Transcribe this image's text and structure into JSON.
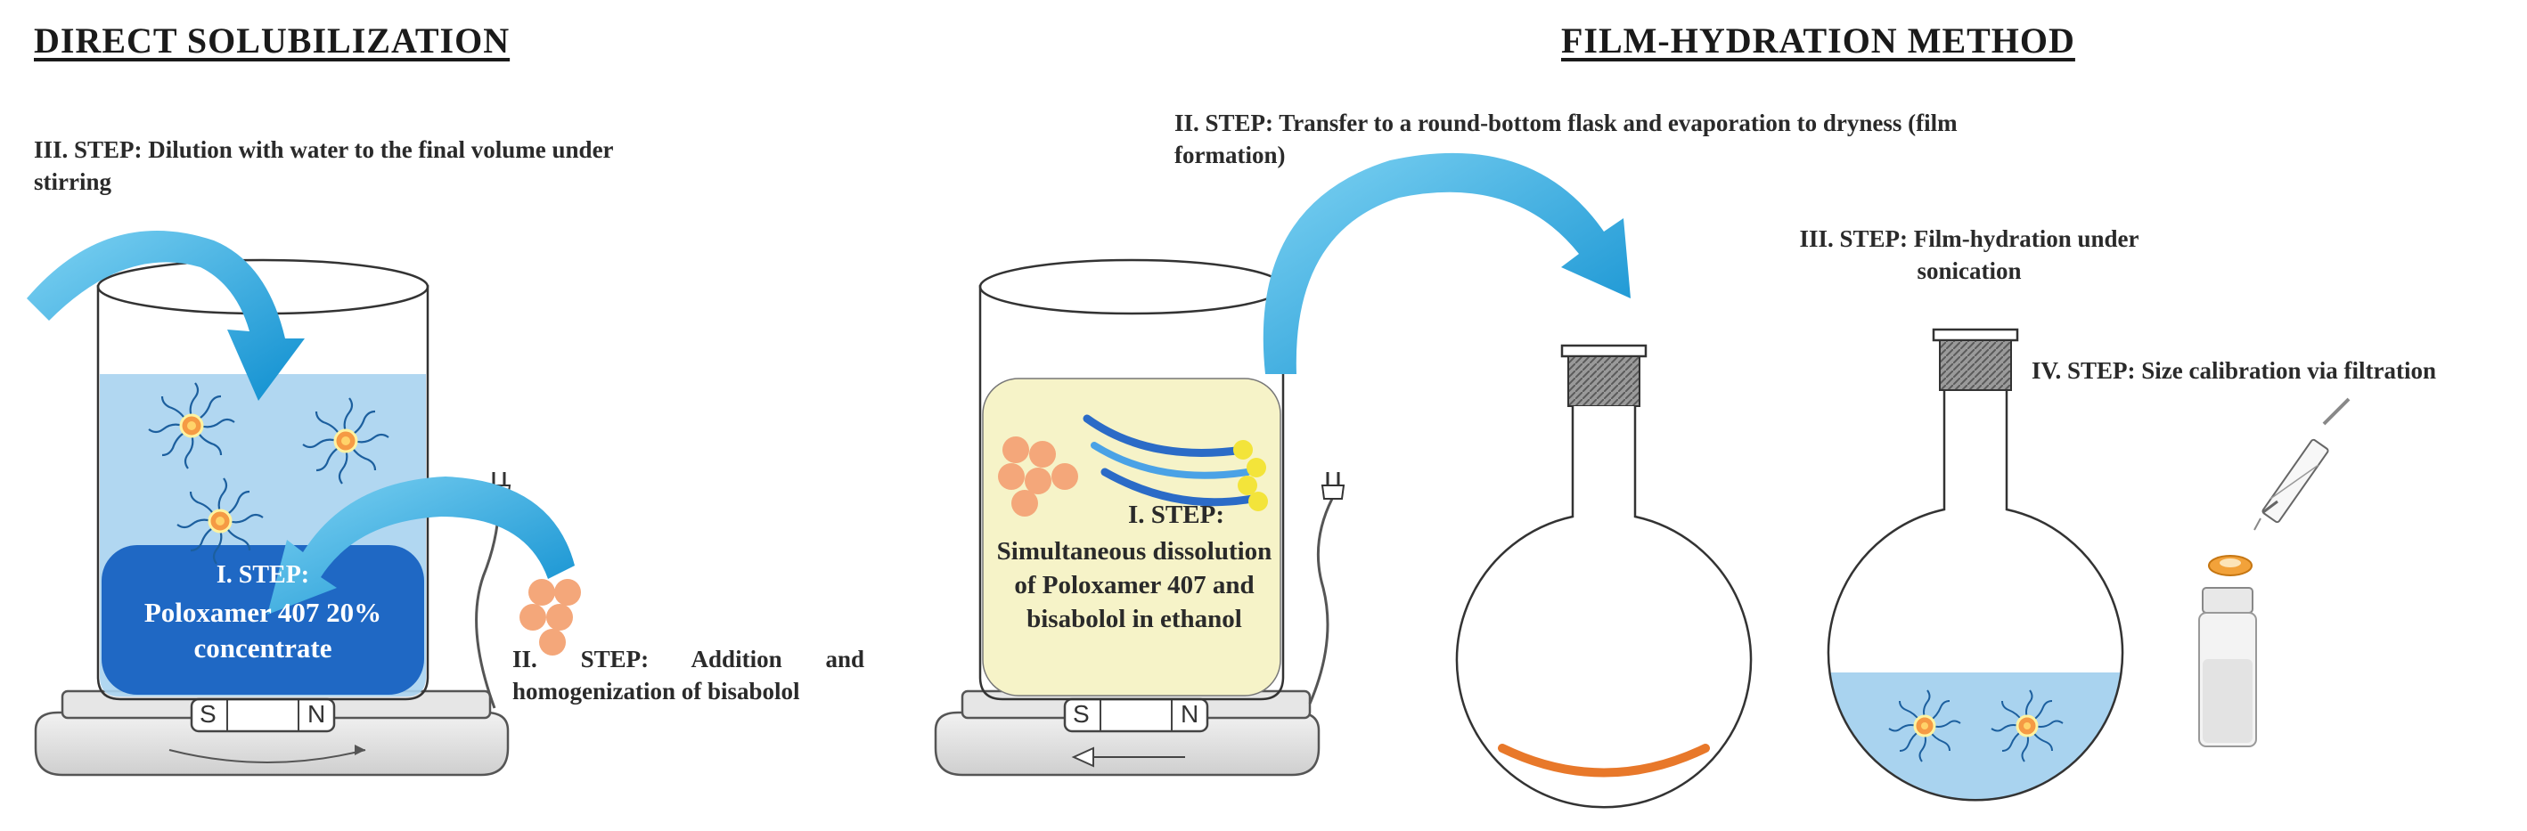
{
  "titles": {
    "left": "DIRECT SOLUBILIZATION",
    "right": "FILM-HYDRATION METHOD"
  },
  "direct": {
    "step3": "III. STEP: Dilution with water to the final volume under stirring",
    "step1_head": "I. STEP:",
    "step1_body": "Poloxamer 407 20% concentrate",
    "step2": "II. STEP: Addition and homogenization of bisabolol",
    "stirrer_s": "S",
    "stirrer_n": "N"
  },
  "film": {
    "step2": "II. STEP: Transfer to a round-bottom flask and evaporation to dryness (film formation)",
    "step1_head": "I. STEP:",
    "step1_body": "Simultaneous dissolution of Poloxamer 407 and bisabolol in ethanol",
    "step3": "III. STEP: Film-hydration under sonication",
    "step4": "IV. STEP: Size calibration via filtration",
    "stirrer_s": "S",
    "stirrer_n": "N"
  },
  "colors": {
    "arrow": "#1aa7e0",
    "water_light": "#a9d3ef",
    "concentrate": "#1f68c4",
    "ethanol": "#f6f3c8",
    "film": "#e8782a",
    "droplet": "#f4a77a"
  }
}
